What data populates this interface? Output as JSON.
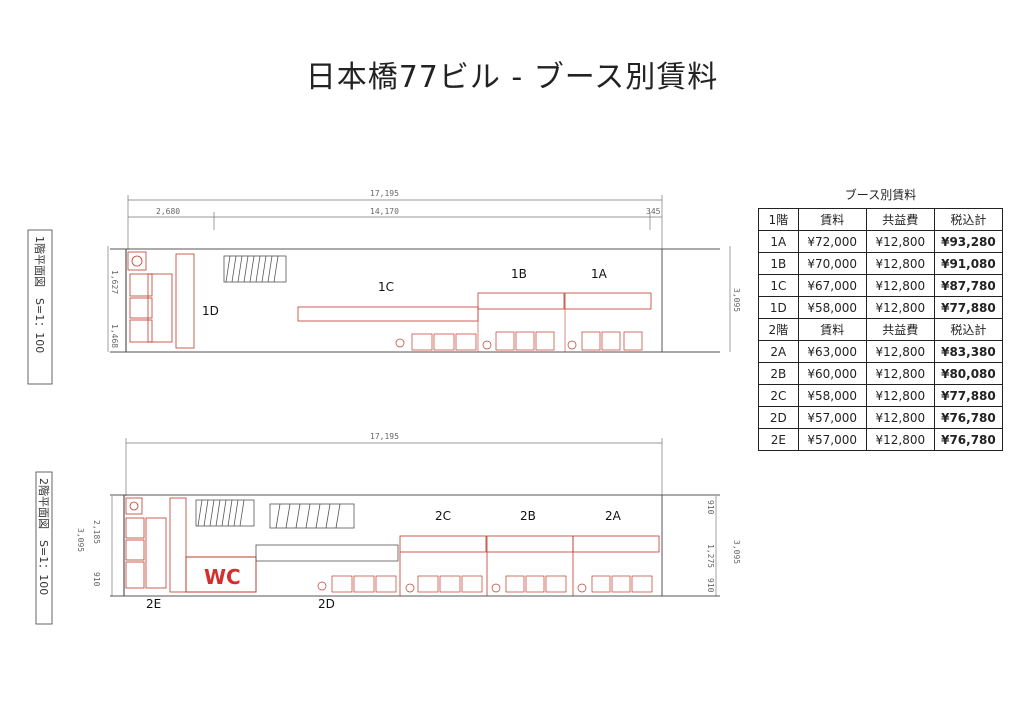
{
  "title": "日本橋77ビル - ブース別賃料",
  "table": {
    "caption": "ブース別賃料",
    "sections": [
      {
        "header": [
          "1階",
          "賃料",
          "共益費",
          "税込計"
        ],
        "rows": [
          [
            "1A",
            "¥72,000",
            "¥12,800",
            "¥93,280"
          ],
          [
            "1B",
            "¥70,000",
            "¥12,800",
            "¥91,080"
          ],
          [
            "1C",
            "¥67,000",
            "¥12,800",
            "¥87,780"
          ],
          [
            "1D",
            "¥58,000",
            "¥12,800",
            "¥77,880"
          ]
        ]
      },
      {
        "header": [
          "2階",
          "賃料",
          "共益費",
          "税込計"
        ],
        "rows": [
          [
            "2A",
            "¥63,000",
            "¥12,800",
            "¥83,380"
          ],
          [
            "2B",
            "¥60,000",
            "¥12,800",
            "¥80,080"
          ],
          [
            "2C",
            "¥58,000",
            "¥12,800",
            "¥77,880"
          ],
          [
            "2D",
            "¥57,000",
            "¥12,800",
            "¥76,780"
          ],
          [
            "2E",
            "¥57,000",
            "¥12,800",
            "¥76,780"
          ]
        ]
      }
    ]
  },
  "floor1": {
    "side_label": "1階平面図　S=1：100",
    "dims": {
      "total": "17,195",
      "left": "2,680",
      "mid": "14,170",
      "right": "345",
      "h_top": "1,627",
      "h_bot": "1,468",
      "h_total": "3,095"
    },
    "booths": [
      "1A",
      "1B",
      "1C",
      "1D"
    ]
  },
  "floor2": {
    "side_label": "2階平面図　S=1：100",
    "dims": {
      "total": "17,195",
      "h_a": "2,185",
      "h_b": "3,095",
      "h_c": "910",
      "r_a": "910",
      "r_b": "1,275",
      "r_c": "3,095",
      "r_d": "910"
    },
    "booths": [
      "2A",
      "2B",
      "2C",
      "2D",
      "2E"
    ],
    "wc": "WC"
  },
  "colors": {
    "red": "#c0392b",
    "line": "#555555",
    "wc": "#d32f2f"
  }
}
